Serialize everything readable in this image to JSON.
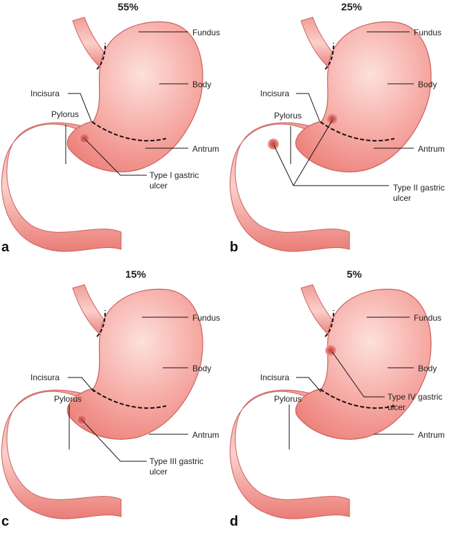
{
  "panels": [
    {
      "letter": "a",
      "percent": "55%",
      "ulcer_label_1": "Type I gastric",
      "ulcer_label_2": "ulcer"
    },
    {
      "letter": "b",
      "percent": "25%",
      "ulcer_label_1": "Type II gastric",
      "ulcer_label_2": "ulcer"
    },
    {
      "letter": "c",
      "percent": "15%",
      "ulcer_label_1": "Type III gastric",
      "ulcer_label_2": "ulcer"
    },
    {
      "letter": "d",
      "percent": "5%",
      "ulcer_label_1": "Type IV gastric",
      "ulcer_label_2": "ulcer"
    }
  ],
  "labels": {
    "fundus": "Fundus",
    "body": "Body",
    "antrum": "Antrum",
    "incisura": "Incisura",
    "pylorus": "Pylorus"
  },
  "colors": {
    "stomach_fill": "#f08a85",
    "stomach_light": "#fbd1cd",
    "outline": "#c9605d",
    "ulcer": "#d9564f",
    "line": "#111111"
  }
}
